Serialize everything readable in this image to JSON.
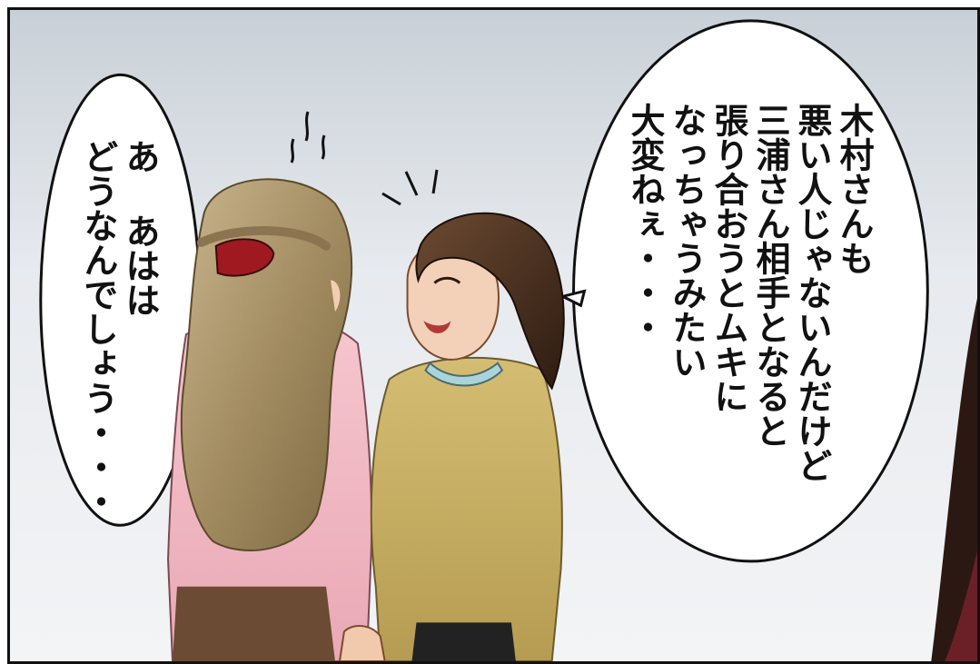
{
  "manga_panel": {
    "speech_right": {
      "lines": [
        "木村さんも",
        "悪い人じゃないんだけど",
        "三浦さん相手となると",
        "張り合おうとムキに",
        "なっちゃうみたい",
        "大変ねぇ・・・"
      ]
    },
    "speech_left": {
      "lines": [
        "あ あはは",
        "どうなんでしょう・・・"
      ]
    }
  }
}
